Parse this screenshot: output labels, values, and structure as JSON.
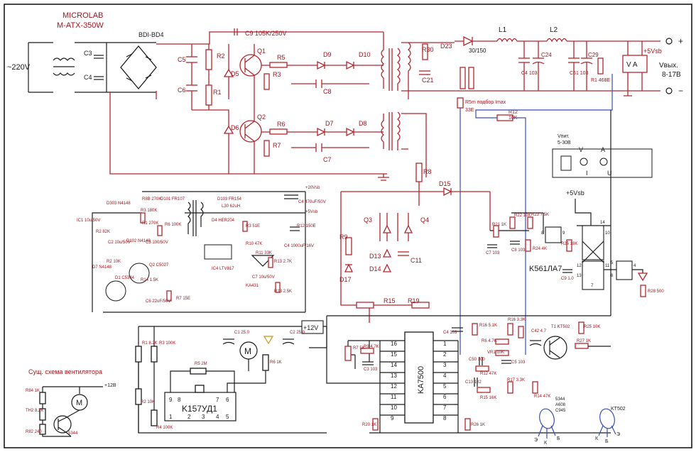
{
  "header": {
    "brand": "MICROLAB",
    "model": "M-ATX-350W"
  },
  "mains": "~220V",
  "bridge": "BDI-BD4",
  "primary": {
    "c9": "C9 105K/250V",
    "labels": [
      "C3",
      "C4",
      "C5",
      "C6",
      "R2",
      "R1",
      "D5",
      "D6",
      "Q1",
      "Q2",
      "R5",
      "R3",
      "R6",
      "R7",
      "D9",
      "D10",
      "D7",
      "D8",
      "C8",
      "C7",
      "R30",
      "C21",
      "D23"
    ]
  },
  "output": {
    "diode_rating": "30/150",
    "l1": "L1",
    "l2": "L2",
    "caps": [
      "C4 103",
      "C24",
      "C61 103",
      "C29"
    ],
    "r_load": "R1 468E",
    "vsb": "+5Vsb",
    "vout": "Vвых.",
    "vrange": "8-17В",
    "meter": "V A",
    "plus": "+",
    "minus": "−"
  },
  "sense": {
    "r": "R5m подбор Imax",
    "r_val": "33E",
    "r12": "R12",
    "r12_val": "10K"
  },
  "panel": {
    "title": "Vпит.",
    "range": "5-30В",
    "v": "V",
    "a": "A",
    "u": "U",
    "i": "I"
  },
  "standby": {
    "v20": "+20Vsb",
    "v5": "+5Vsb",
    "labels": [
      "D303 N4148",
      "R8B 270K",
      "D101 FR107",
      "R3 180K",
      "R1 270K",
      "R6 100K",
      "C3 100/50V",
      "IC1 10u/50V",
      "R2 82K",
      "C2 10u/50V",
      "D102 N4148",
      "R2 10K",
      "Q2 C5027",
      "D7 N4148",
      "D1 C5344",
      "C6 22uF/50V",
      "R14 1.5K",
      "R7 15E",
      "D103 FR154",
      "L30 62uH",
      "D4 HER204",
      "C4 470uF/50V",
      "R3 51E",
      "R10 47K",
      "R11 33K",
      "IC4 LTV817",
      "KA431",
      "C7 10u/50V",
      "C4 1000uF/16V",
      "R12 150E",
      "R13 2.7K",
      "R13 2.5K"
    ]
  },
  "driver": {
    "labels": [
      "R8",
      "D15",
      "R9",
      "D17",
      "Q3",
      "Q4",
      "D13",
      "D14",
      "C11",
      "R15",
      "R19"
    ]
  },
  "pwm": {
    "ic": "KA7500",
    "pins_left": [
      "16",
      "15",
      "14",
      "13",
      "12",
      "11",
      "10",
      "9"
    ],
    "pins_right": [
      "1",
      "2",
      "3",
      "4",
      "5",
      "6",
      "7",
      "8"
    ],
    "labels": [
      "C4 103",
      "R7 5K",
      "R9 4.7K",
      "C3 103",
      "R16 5.1K",
      "R6 4.7K",
      "VR1 10K",
      "C50 100",
      "R12 47K",
      "C5 103",
      "R16 3.3K",
      "C13 102",
      "R15 16K",
      "R17 3.3K",
      "C42 4.7",
      "R14 47K",
      "R20 1K",
      "R26 1K",
      "T1 KT502",
      "R25 10K",
      "R27 1K"
    ]
  },
  "logic": {
    "ic": "K561ЛА7",
    "vsb": "+5Vsb",
    "labels": [
      "R21 1K",
      "R22 10K",
      "R23 7.5K",
      "C7 103",
      "C8 103",
      "R24 4K",
      "R25 18K",
      "C9 1.0",
      "R28 500"
    ],
    "pins": [
      "8",
      "9",
      "14",
      "10",
      "12",
      "13",
      "11",
      "5",
      "6",
      "4",
      "7"
    ]
  },
  "fan_ctrl": {
    "ic": "K157УД1",
    "v12": "+12V",
    "pins": [
      "9",
      "8",
      "7",
      "6",
      "1",
      "2",
      "3",
      "4",
      "5"
    ],
    "labels": [
      "R1 8.2K",
      "R3 100K",
      "C1 25.0",
      "R5 2M",
      "C2 25.0",
      "R6 1K",
      "R2 10K",
      "R4 100K"
    ]
  },
  "fan_old": {
    "title": "Сущ. схема вентилятора",
    "v12": "+12В",
    "labels": [
      "R84 1K",
      "TH2 8.2K",
      "R82 240",
      "5344"
    ]
  },
  "pinout": {
    "left": {
      "names": [
        "5344",
        "A608",
        "C945"
      ],
      "pins": [
        "Э",
        "К",
        "Б"
      ]
    },
    "right": {
      "name": "KT502",
      "pins": [
        "К",
        "Б",
        "Э"
      ]
    }
  }
}
